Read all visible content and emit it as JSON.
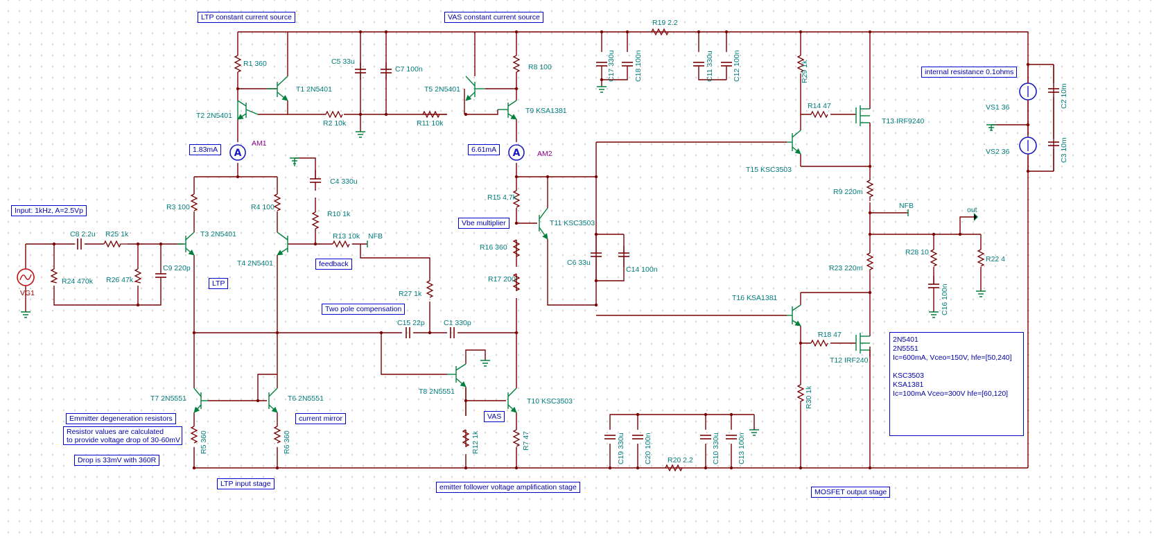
{
  "annotations": {
    "ltp_ccs": "LTP constant current source",
    "vas_ccs": "VAS constant current source",
    "am1_reading": "1.83mA",
    "am2_reading": "6.61mA",
    "input": "Input: 1kHz, A=2.5Vp",
    "feedback": "feedback",
    "ltp": "LTP",
    "two_pole": "Two pole compensation",
    "vbe_multiplier": "Vbe multiplier",
    "emitter_degen": "Emmitter degeneration resistors",
    "resistor_values_1": "Resistor values are calculated",
    "resistor_values_2": "to provide voltage drop of 30-60mV",
    "drop": "Drop is 33mV with 360R",
    "current_mirror": "current mirror",
    "vas": "VAS",
    "ltp_input_stage": "LTP input stage",
    "ef_vas_stage": "emitter follower voltage amplification stage",
    "mosfet_stage": "MOSFET output stage",
    "internal_resistance": "internal resistance 0.1ohms"
  },
  "info_box": {
    "lines": [
      "2N5401",
      "2N5551",
      "Ic=600mA, Vceo=150V, hfe=[50,240]",
      "",
      "KSC3503",
      "KSA1381",
      "Ic=100mA Vceo=300V hfe=[60,120]"
    ]
  },
  "components": {
    "r1": "R1 360",
    "r2": "R2 10k",
    "r3": "R3 100",
    "r4": "R4 100",
    "r5": "R5 360",
    "r6": "R6 360",
    "r7": "R7 47",
    "r8": "R8 100",
    "r9": "R9 220m",
    "r10": "R10 1k",
    "r11": "R11 10k",
    "r12": "R12 1k",
    "r13": "R13 10k",
    "r14": "R14 47",
    "r15": "R15 4.7k",
    "r16": "R16 360",
    "r17": "R17 200",
    "r18": "R18 47",
    "r19": "R19 2.2",
    "r20": "R20 2.2",
    "r22": "R22 4",
    "r23": "R23 220m",
    "r24": "R24 470k",
    "r25": "R25 1k",
    "r26": "R26 47k",
    "r27": "R27 1k",
    "r28": "R28 10",
    "r29": "R29 1k",
    "r30": "R30 1k",
    "c1": "C1 330p",
    "c2": "C2 10m",
    "c3": "C3 10m",
    "c4": "C4 330u",
    "c5": "C5 33u",
    "c6": "C6 33u",
    "c7": "C7 100n",
    "c8": "C8 2.2u",
    "c9": "C9 220p",
    "c10": "C10 330u",
    "c11": "C11 330u",
    "c12": "C12 100n",
    "c13": "C13 100n",
    "c14": "C14 100n",
    "c15": "C15 22p",
    "c16": "C16 100n",
    "c17": "C17 330u",
    "c18": "C18 100n",
    "c19": "C19 330u",
    "c20": "C20 100n",
    "t1": "T1 2N5401",
    "t2": "T2 2N5401",
    "t3": "T3 2N5401",
    "t4": "T4 2N5401",
    "t5": "T5 2N5401",
    "t6": "T6 2N5551",
    "t7": "T7 2N5551",
    "t8": "T8 2N5551",
    "t9": "T9 KSA1381",
    "t10": "T10 KSC3503",
    "t11": "T11 KSC3503",
    "t12": "T12 IRF240",
    "t13": "T13 IRF9240",
    "t15": "T15 KSC3503",
    "t16": "T16 KSA1381",
    "am1": "AM1",
    "am2": "AM2",
    "vg1": "VG1",
    "vs1": "VS1 36",
    "vs2": "VS2 36",
    "nfb_out": "NFB",
    "nfb_in": "NFB",
    "out": "out",
    "meter_symbol": "A"
  },
  "colors": {
    "wire": "#7a0000",
    "transistor": "#00803a",
    "label": "#007b7b",
    "meter": "#1a1ac0",
    "annotation_box": "#0000cc"
  }
}
